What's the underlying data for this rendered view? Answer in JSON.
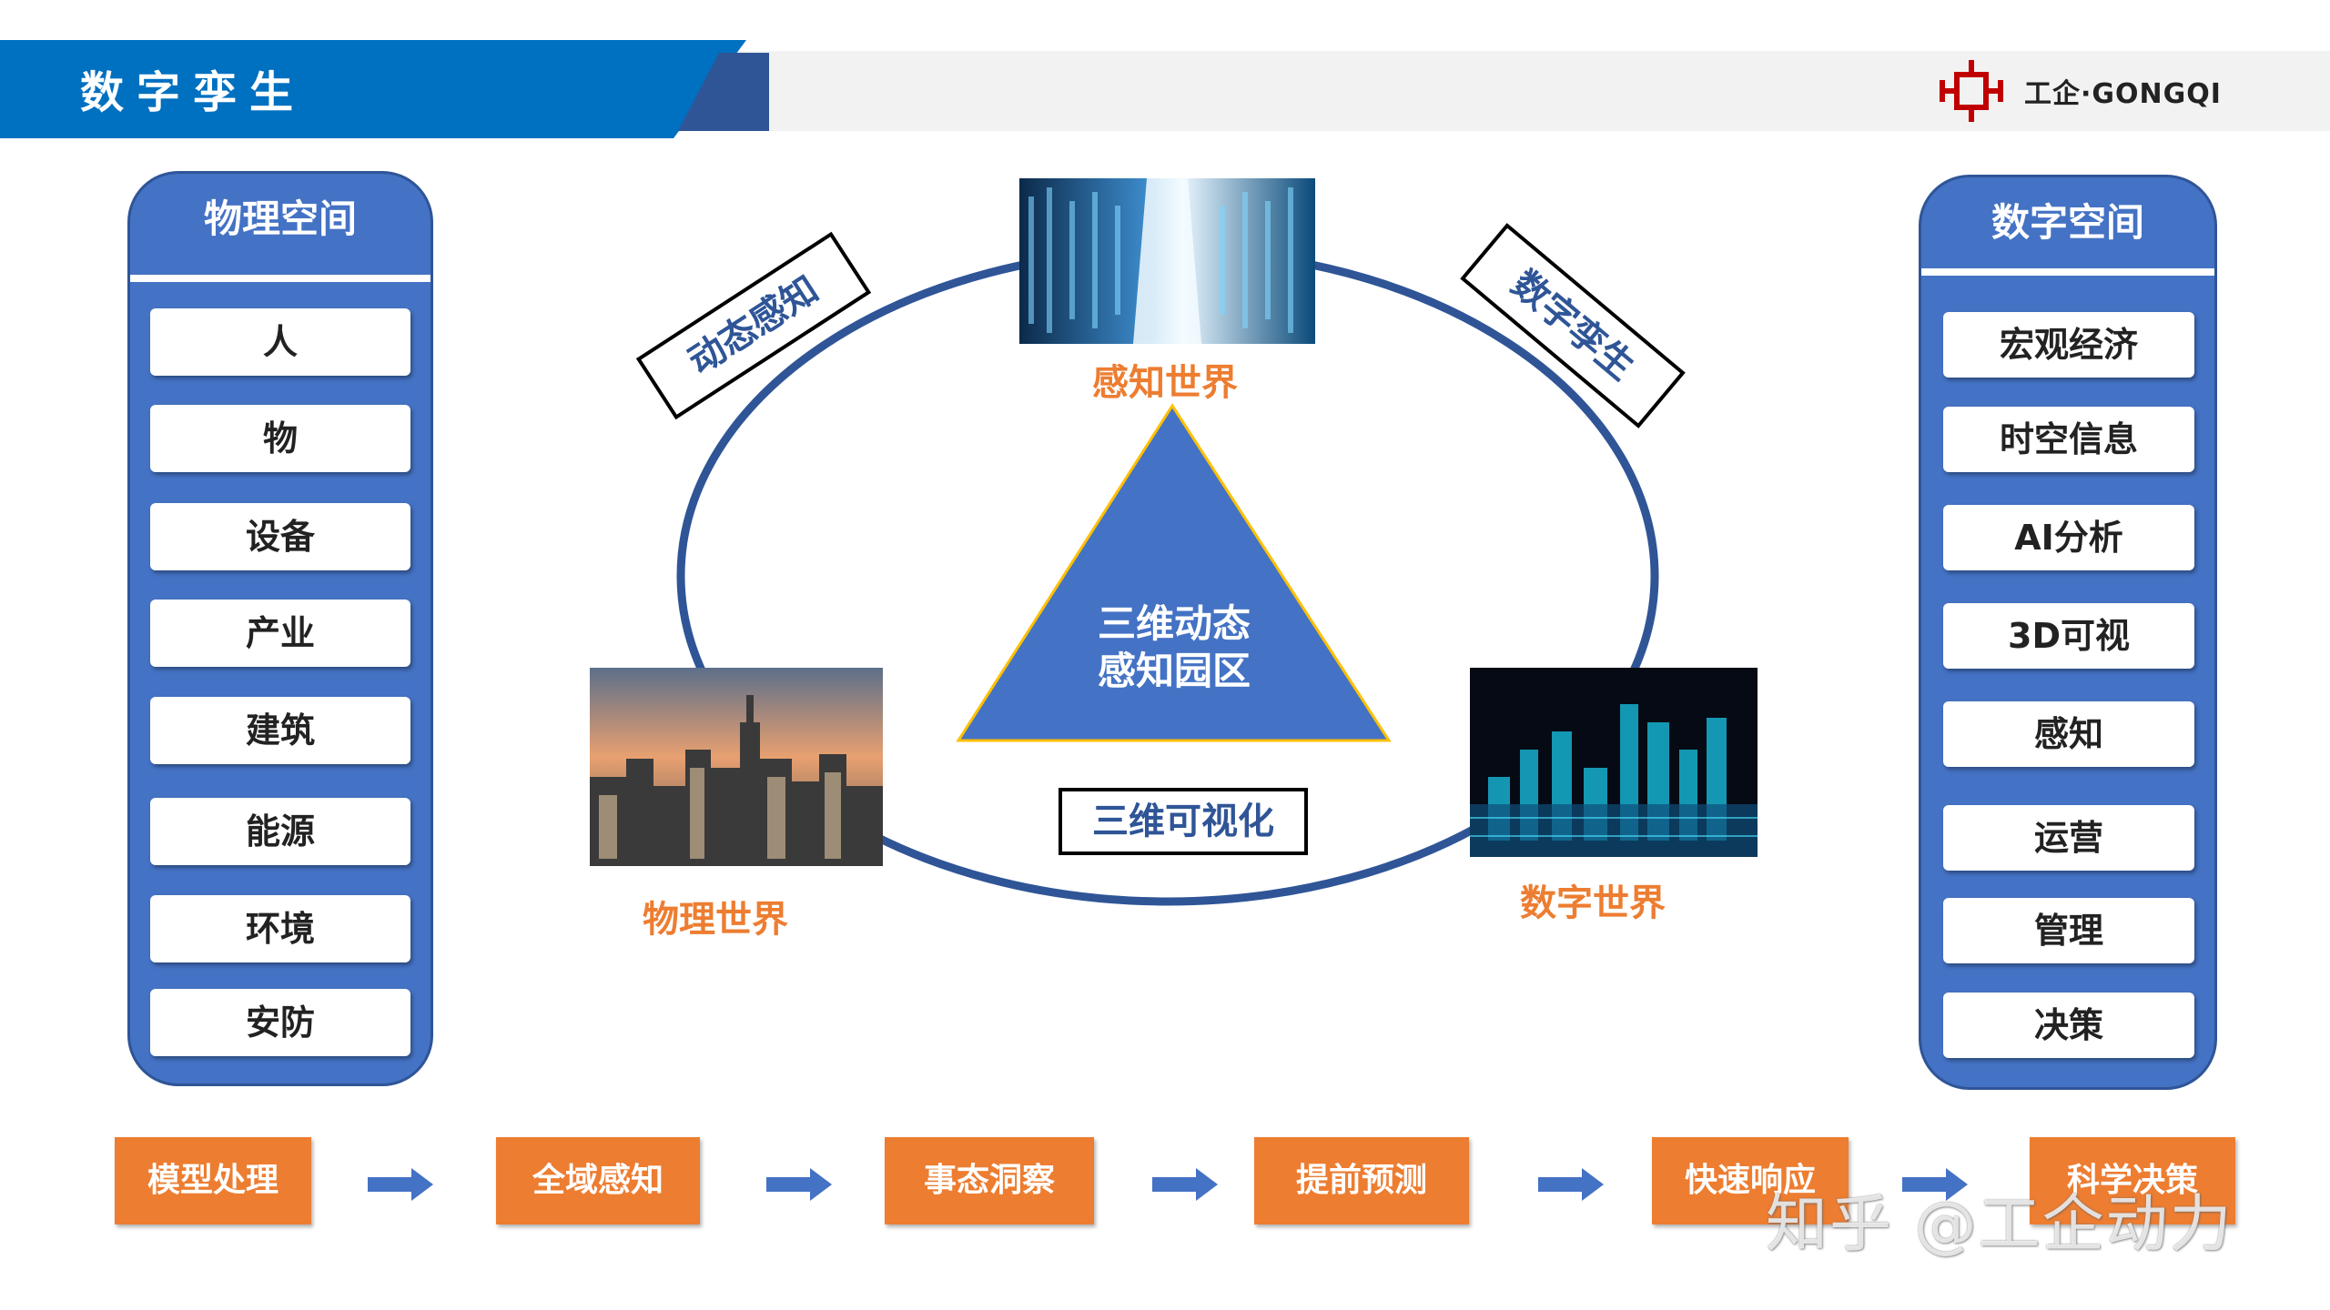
{
  "header": {
    "title": "数字孪生",
    "logo_text": "工企·GONGQI"
  },
  "physical_space": {
    "title": "物理空间",
    "items": [
      "人",
      "物",
      "设备",
      "产业",
      "建筑",
      "能源",
      "环境",
      "安防"
    ]
  },
  "digital_space": {
    "title": "数字空间",
    "items": [
      "宏观经济",
      "时空信息",
      "AI分析",
      "3D可视",
      "感知",
      "运营",
      "管理",
      "决策"
    ]
  },
  "cycle": {
    "perception_world": "感知世界",
    "physical_world": "物理世界",
    "digital_world": "数字世界",
    "dynamic_perception": "动态感知",
    "digital_twin": "数字孪生",
    "visualization": "三维可视化",
    "center_line1": "三维动态",
    "center_line2": "感知园区"
  },
  "flow": [
    "模型处理",
    "全域感知",
    "事态洞察",
    "提前预测",
    "快速响应",
    "科学决策"
  ],
  "watermark": "知乎 @工企动力",
  "colors": {
    "primary_blue": "#4472c4",
    "dark_blue": "#2f5597",
    "orange": "#ed7d31",
    "header_blue": "#0070c0"
  }
}
